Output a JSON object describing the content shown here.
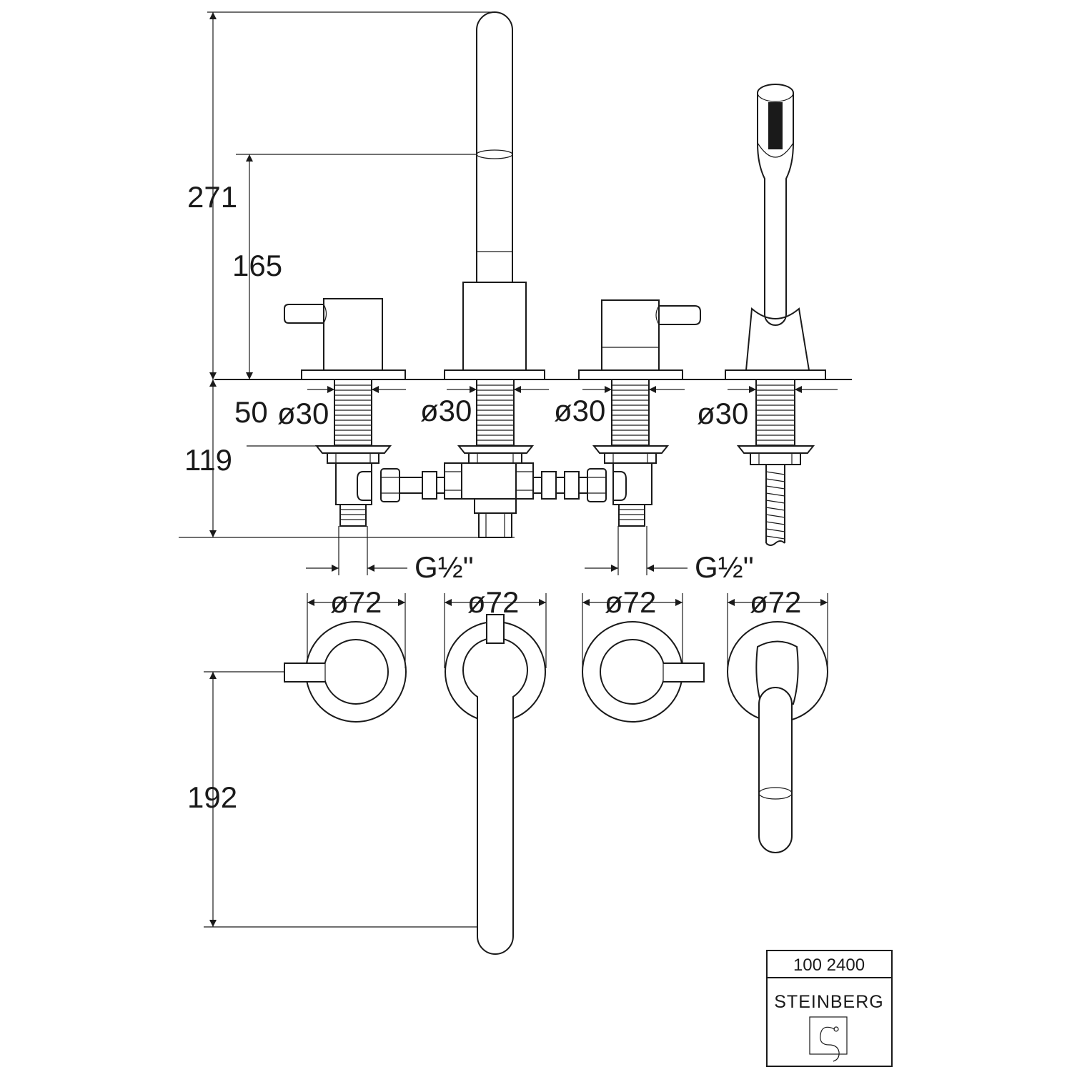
{
  "dimensions": {
    "total_height": "271",
    "spout_height": "165",
    "below_deck": "119",
    "deck_offset": "50",
    "shank_1": "ø30",
    "shank_2": "ø30",
    "shank_3": "ø30",
    "shank_4": "ø30",
    "connection_left": "G½\"",
    "connection_right": "G½\"",
    "rosette_1": "ø72",
    "rosette_2": "ø72",
    "rosette_3": "ø72",
    "rosette_4": "ø72",
    "spout_projection": "192"
  },
  "title_block": {
    "article_number": "100 2400",
    "brand": "STEINBERG",
    "logo_icon": "hand-shower-icon"
  },
  "colors": {
    "line": "#1a1a1a",
    "background": "#ffffff"
  }
}
